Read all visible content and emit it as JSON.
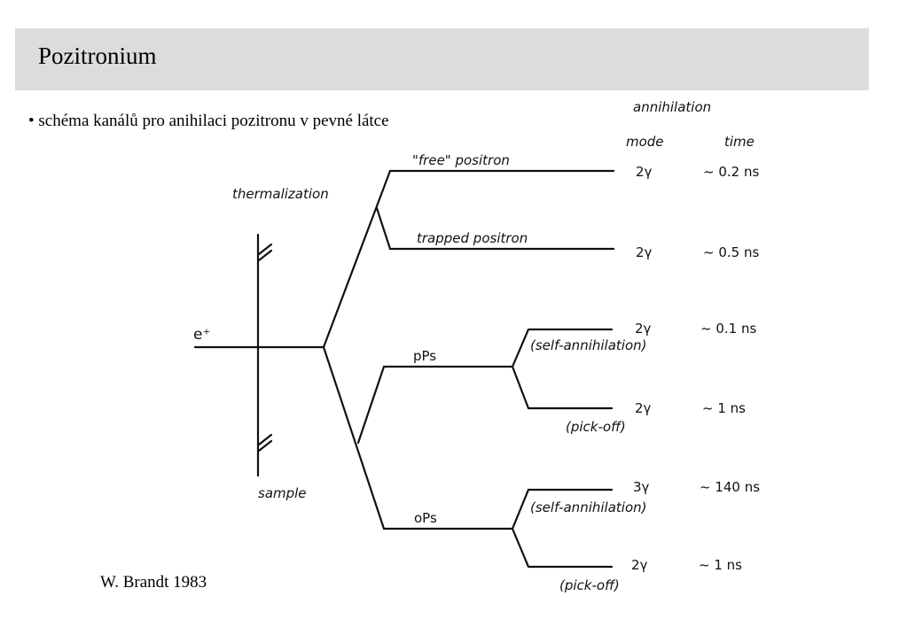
{
  "slide": {
    "title": "Pozitronium",
    "bullet": "• schéma kanálů pro anihilaci pozitronu v pevné látce",
    "credit": "W. Brandt 1983"
  },
  "diagram": {
    "header_annihilation": "annihilation",
    "header_mode": "mode",
    "header_time": "time",
    "label_thermalization": "thermalization",
    "label_sample": "sample",
    "label_eplus": "e⁺",
    "label_free": "\"free\" positron",
    "label_trapped": "trapped positron",
    "label_pps": "pPs",
    "label_ops": "oPs",
    "channels": [
      {
        "mode": "2γ",
        "note": "",
        "time": "~ 0.2 ns"
      },
      {
        "mode": "2γ",
        "note": "",
        "time": "~ 0.5 ns"
      },
      {
        "mode": "2γ",
        "note": "(self-annihilation)",
        "time": "~ 0.1 ns"
      },
      {
        "mode": "2γ",
        "note": "(pick-off)",
        "time": "~ 1 ns"
      },
      {
        "mode": "3γ",
        "note": "(self-annihilation)",
        "time": "~ 140 ns"
      },
      {
        "mode": "2γ",
        "note": "(pick-off)",
        "time": "~ 1 ns"
      }
    ]
  }
}
